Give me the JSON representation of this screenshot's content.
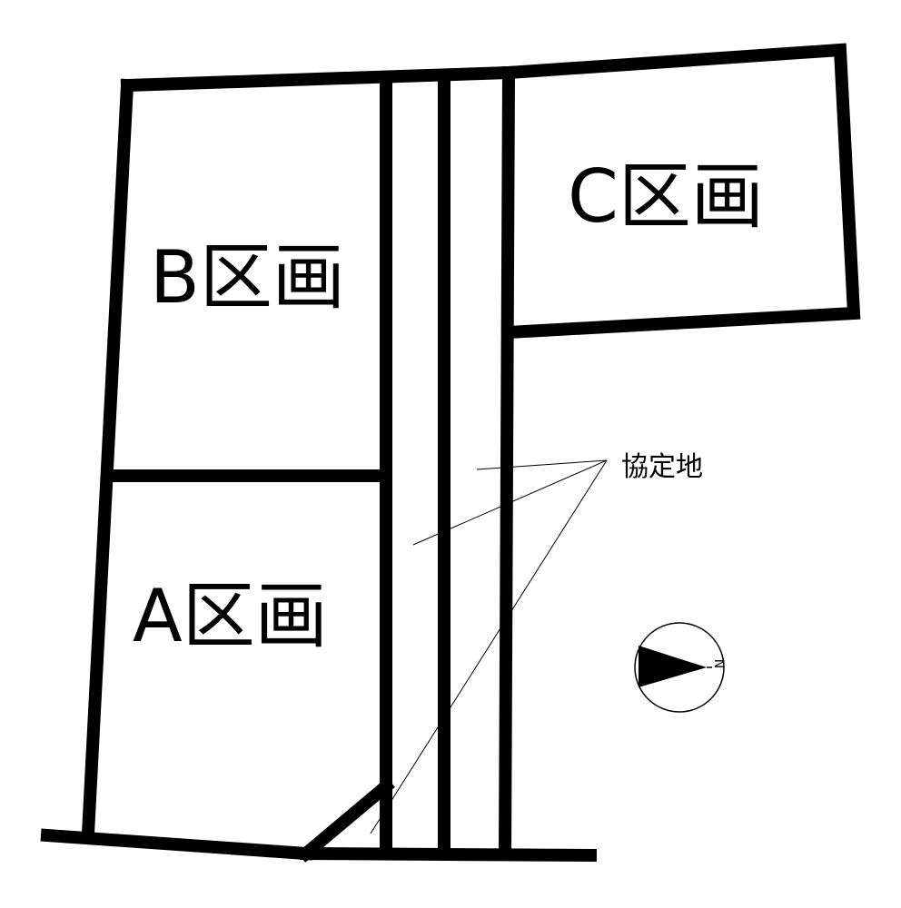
{
  "lots": [
    {
      "id": "B",
      "label": "B区画"
    },
    {
      "id": "C",
      "label": "C区画"
    },
    {
      "id": "A",
      "label": "A区画"
    }
  ],
  "callout": {
    "label": "協定地"
  },
  "compass": {
    "north_label": "N",
    "north_direction": "east"
  },
  "colors": {
    "line": "#000000",
    "background": "#ffffff"
  }
}
